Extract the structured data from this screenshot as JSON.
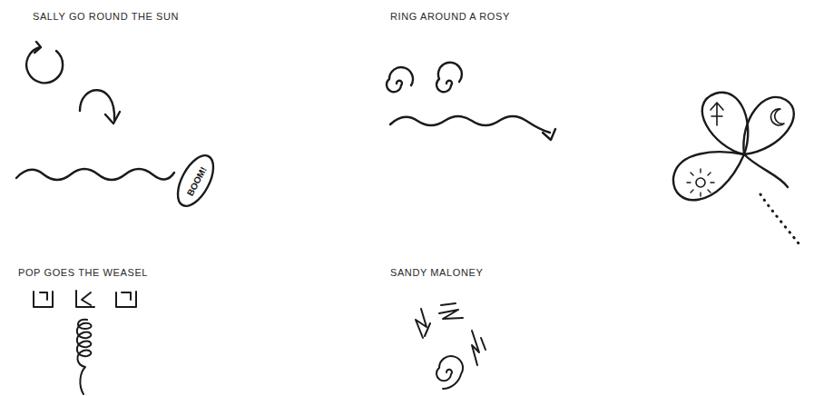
{
  "diagram": {
    "nodes": [
      {
        "text": [
          "BOOM!"
        ]
      }
    ],
    "edges": [],
    "labels": [
      "SALLY GO ROUND THE SUN",
      "RING AROUND A ROSY",
      "POP GOES THE WEASEL",
      "SANDY MALONEY"
    ]
  }
}
